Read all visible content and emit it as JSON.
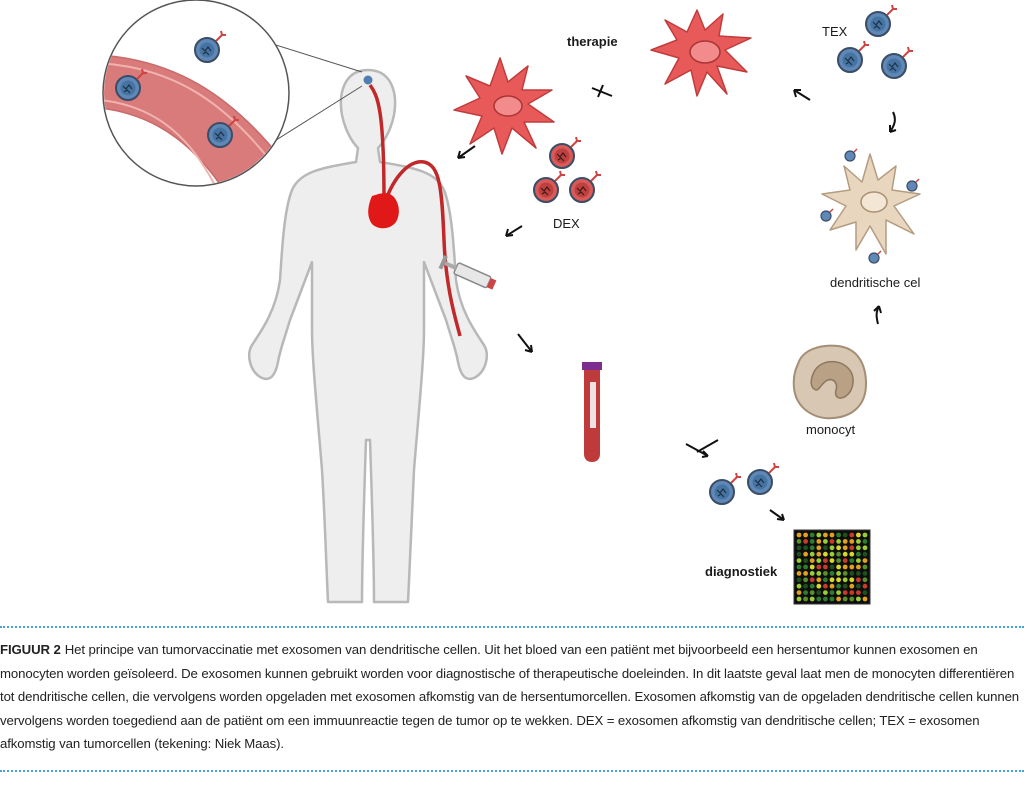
{
  "labels": {
    "therapy": "therapie",
    "tex": "TEX",
    "dex": "DEX",
    "dendritic_cell": "dendritische cel",
    "monocyte": "monocyt",
    "diagnostics": "diagnostiek"
  },
  "caption": {
    "label": "FIGUUR 2",
    "text": "Het principe van tumorvaccinatie met exosomen van dendritische cellen. Uit het bloed van een patiënt met bijvoorbeeld een hersentumor kunnen exosomen en monocyten worden geïsoleerd. De exosomen kunnen gebruikt worden voor diagnostische of therapeutische doeleinden. In dit laatste geval laat men de monocyten differentiëren tot dendritische cellen, die vervolgens worden opgeladen met exosomen afkomstig van de hersentumorcellen. Exosomen afkomstig van de opgeladen dendritische cellen kunnen vervolgens worden toegediend aan de patiënt om een immuunreactie tegen de tumor op te wekken. DEX = exosomen afkomstig van dendritische cellen; TEX = exosomen afkomstig van tumorcellen (tekening: Niek Maas)."
  },
  "colors": {
    "body": "#eeeeee",
    "blood_red": "#c0282a",
    "dendritic_red": "#e85a5a",
    "dendritic_beige": "#e8d6bf",
    "exosome_blue": "#4f7fb0",
    "caption_rule": "#4aa3d8"
  }
}
